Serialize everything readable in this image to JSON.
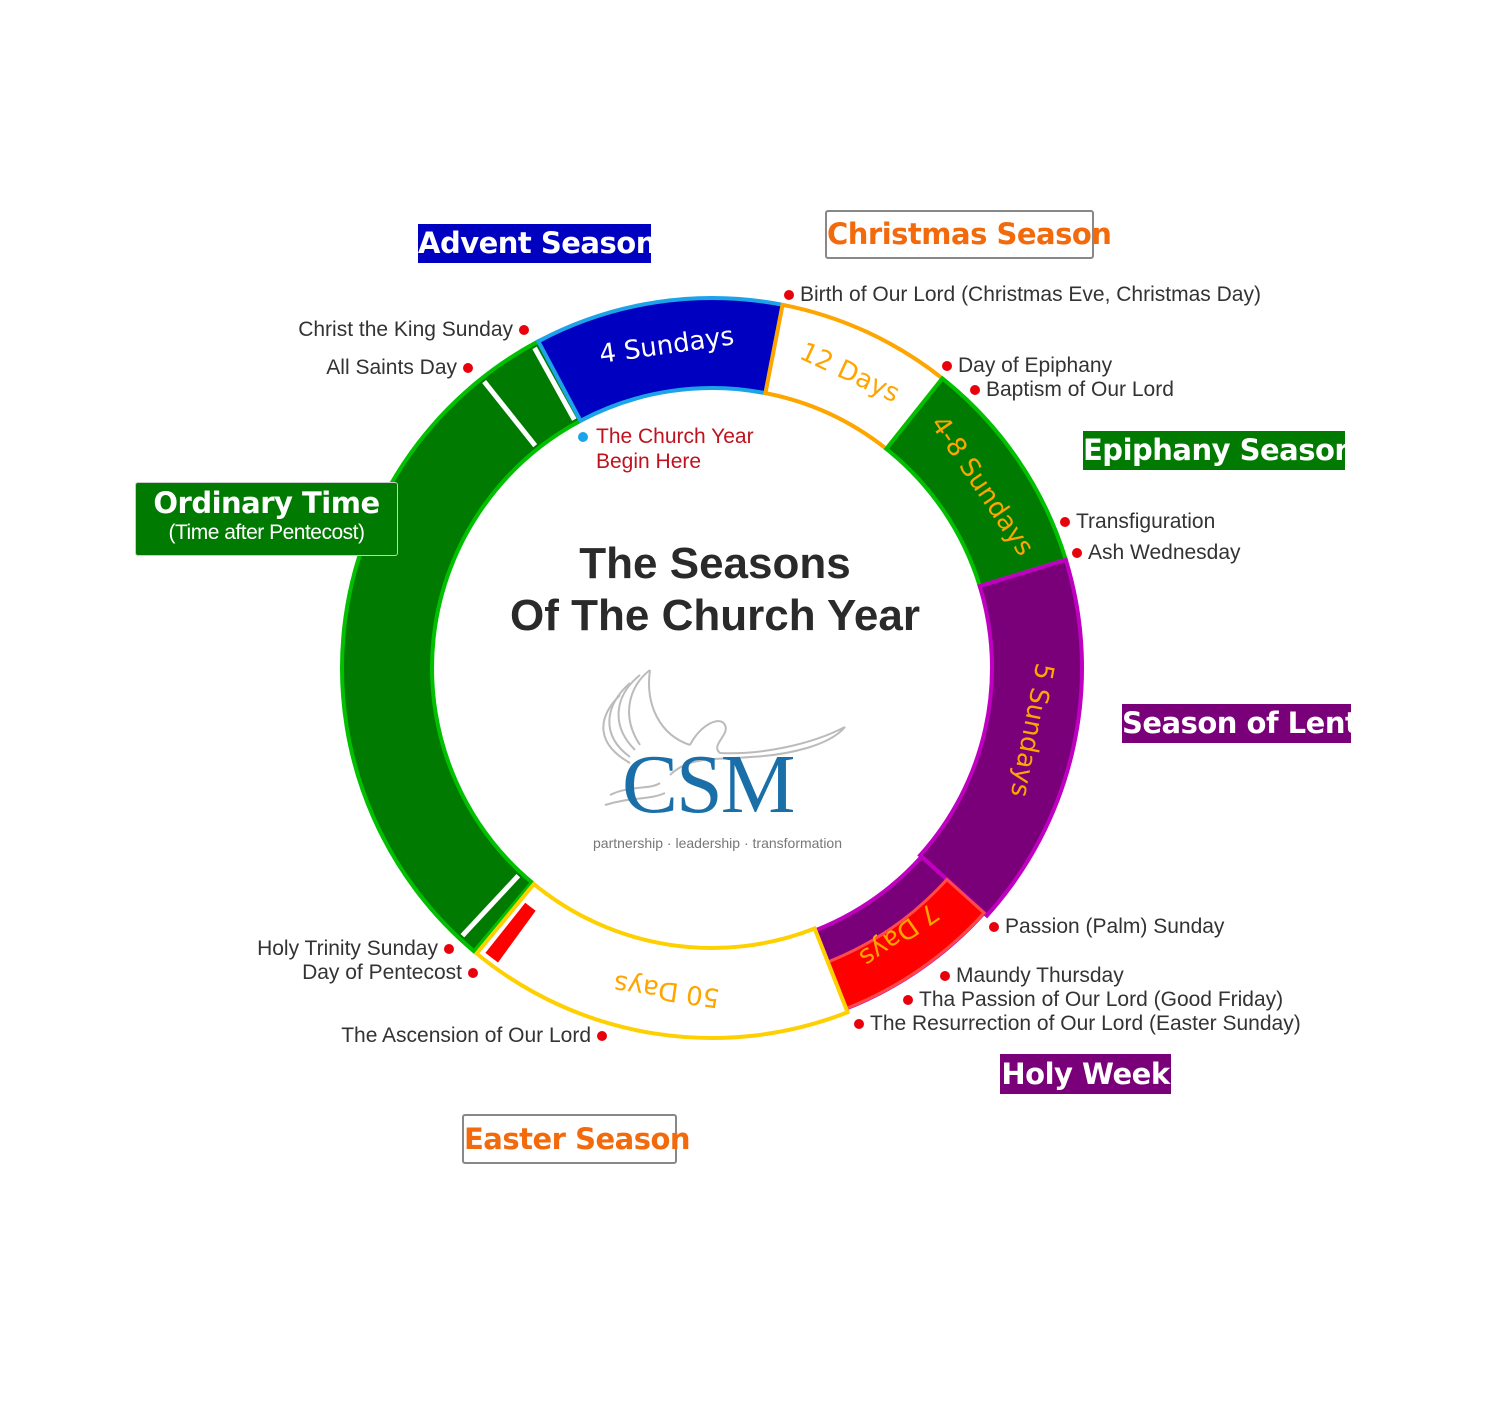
{
  "title_line1": "The Seasons",
  "title_line2": "Of The Church Year",
  "logo": {
    "text": "CSM",
    "tagline": "partnership · leadership · transformation"
  },
  "start_marker": {
    "line1": "The Church Year",
    "line2": "Begin Here"
  },
  "seasons": {
    "advent": {
      "label": "Advent Season",
      "duration": "4 Sundays",
      "color": "#0000c0"
    },
    "christmas": {
      "label": "Christmas Season",
      "duration": "12 Days",
      "color": "#ffa500"
    },
    "epiphany": {
      "label": "Epiphany Season",
      "duration": "4-8 Sundays",
      "color": "#007a00"
    },
    "lent": {
      "label": "Season of Lent",
      "duration": "5 Sundays",
      "color": "#7a007a"
    },
    "holy_week": {
      "label": "Holy Week",
      "duration": "7 Days",
      "color": "#ff0000"
    },
    "easter": {
      "label": "Easter Season",
      "duration": "50 Days",
      "color": "#ffd000"
    },
    "ordinary": {
      "label": "Ordinary Time",
      "sublabel": "(Time after Pentecost)",
      "color": "#007a00"
    }
  },
  "events": [
    "Birth of Our Lord (Christmas Eve, Christmas Day)",
    "Day of Epiphany",
    "Baptism of Our Lord",
    "Transfiguration",
    "Ash Wednesday",
    "Passion (Palm) Sunday",
    "Maundy Thursday",
    "Tha Passion of Our Lord (Good Friday)",
    "The Resurrection of Our Lord (Easter Sunday)",
    "The Ascension of Our Lord",
    "Day of Pentecost",
    "Holy Trinity Sunday",
    "All Saints Day",
    "Christ the King Sunday"
  ]
}
